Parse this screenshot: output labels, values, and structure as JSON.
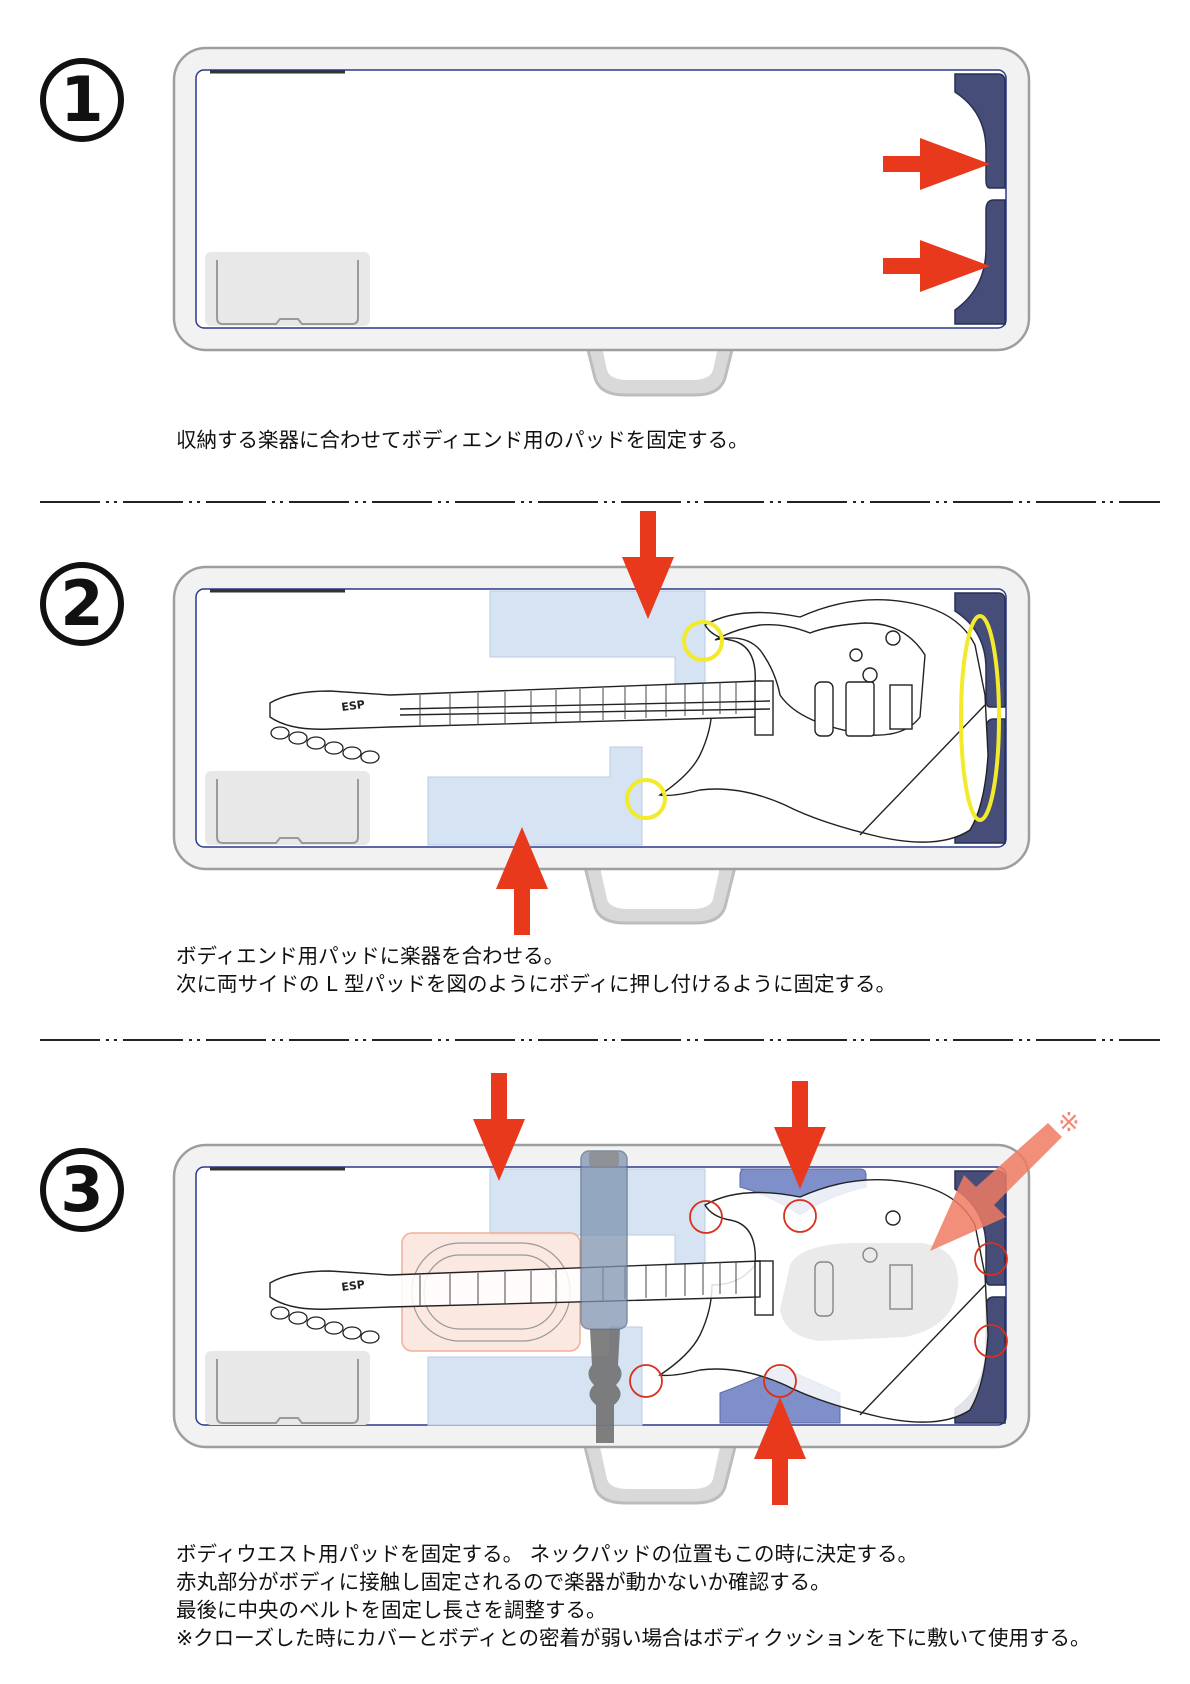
{
  "steps": [
    {
      "number": "1",
      "lines": [
        "収納する楽器に合わせてボディエンド用のパッドを固定する。"
      ]
    },
    {
      "number": "2",
      "lines": [
        "ボディエンド用パッドに楽器を合わせる。",
        "次に両サイドの L 型パッドを図のようにボディに押し付けるように固定する。"
      ]
    },
    {
      "number": "3",
      "lines": [
        "ボディウエスト用パッドを固定する。 ネックパッドの位置もこの時に決定する。",
        "赤丸部分がボディに接触し固定されるので楽器が動かないか確認する。",
        "最後に中央のベルトを固定し長さを調整する。",
        "※クローズした時にカバーとボディとの密着が弱い場合はボディクッションを下に敷いて使用する。"
      ]
    }
  ],
  "note_mark": "※",
  "headstock_logo": "ESP",
  "colors": {
    "arrow_red": "#e8391d",
    "highlight_yellow": "#f2ea2a",
    "contact_circle_red": "#d8301c",
    "body_end_pad": "#454d78",
    "waist_pad": "#7e8fc9",
    "l_pad": "#d6e3f2",
    "case_shell": "#f2f2f2",
    "case_lining": "#2a3a8c"
  }
}
